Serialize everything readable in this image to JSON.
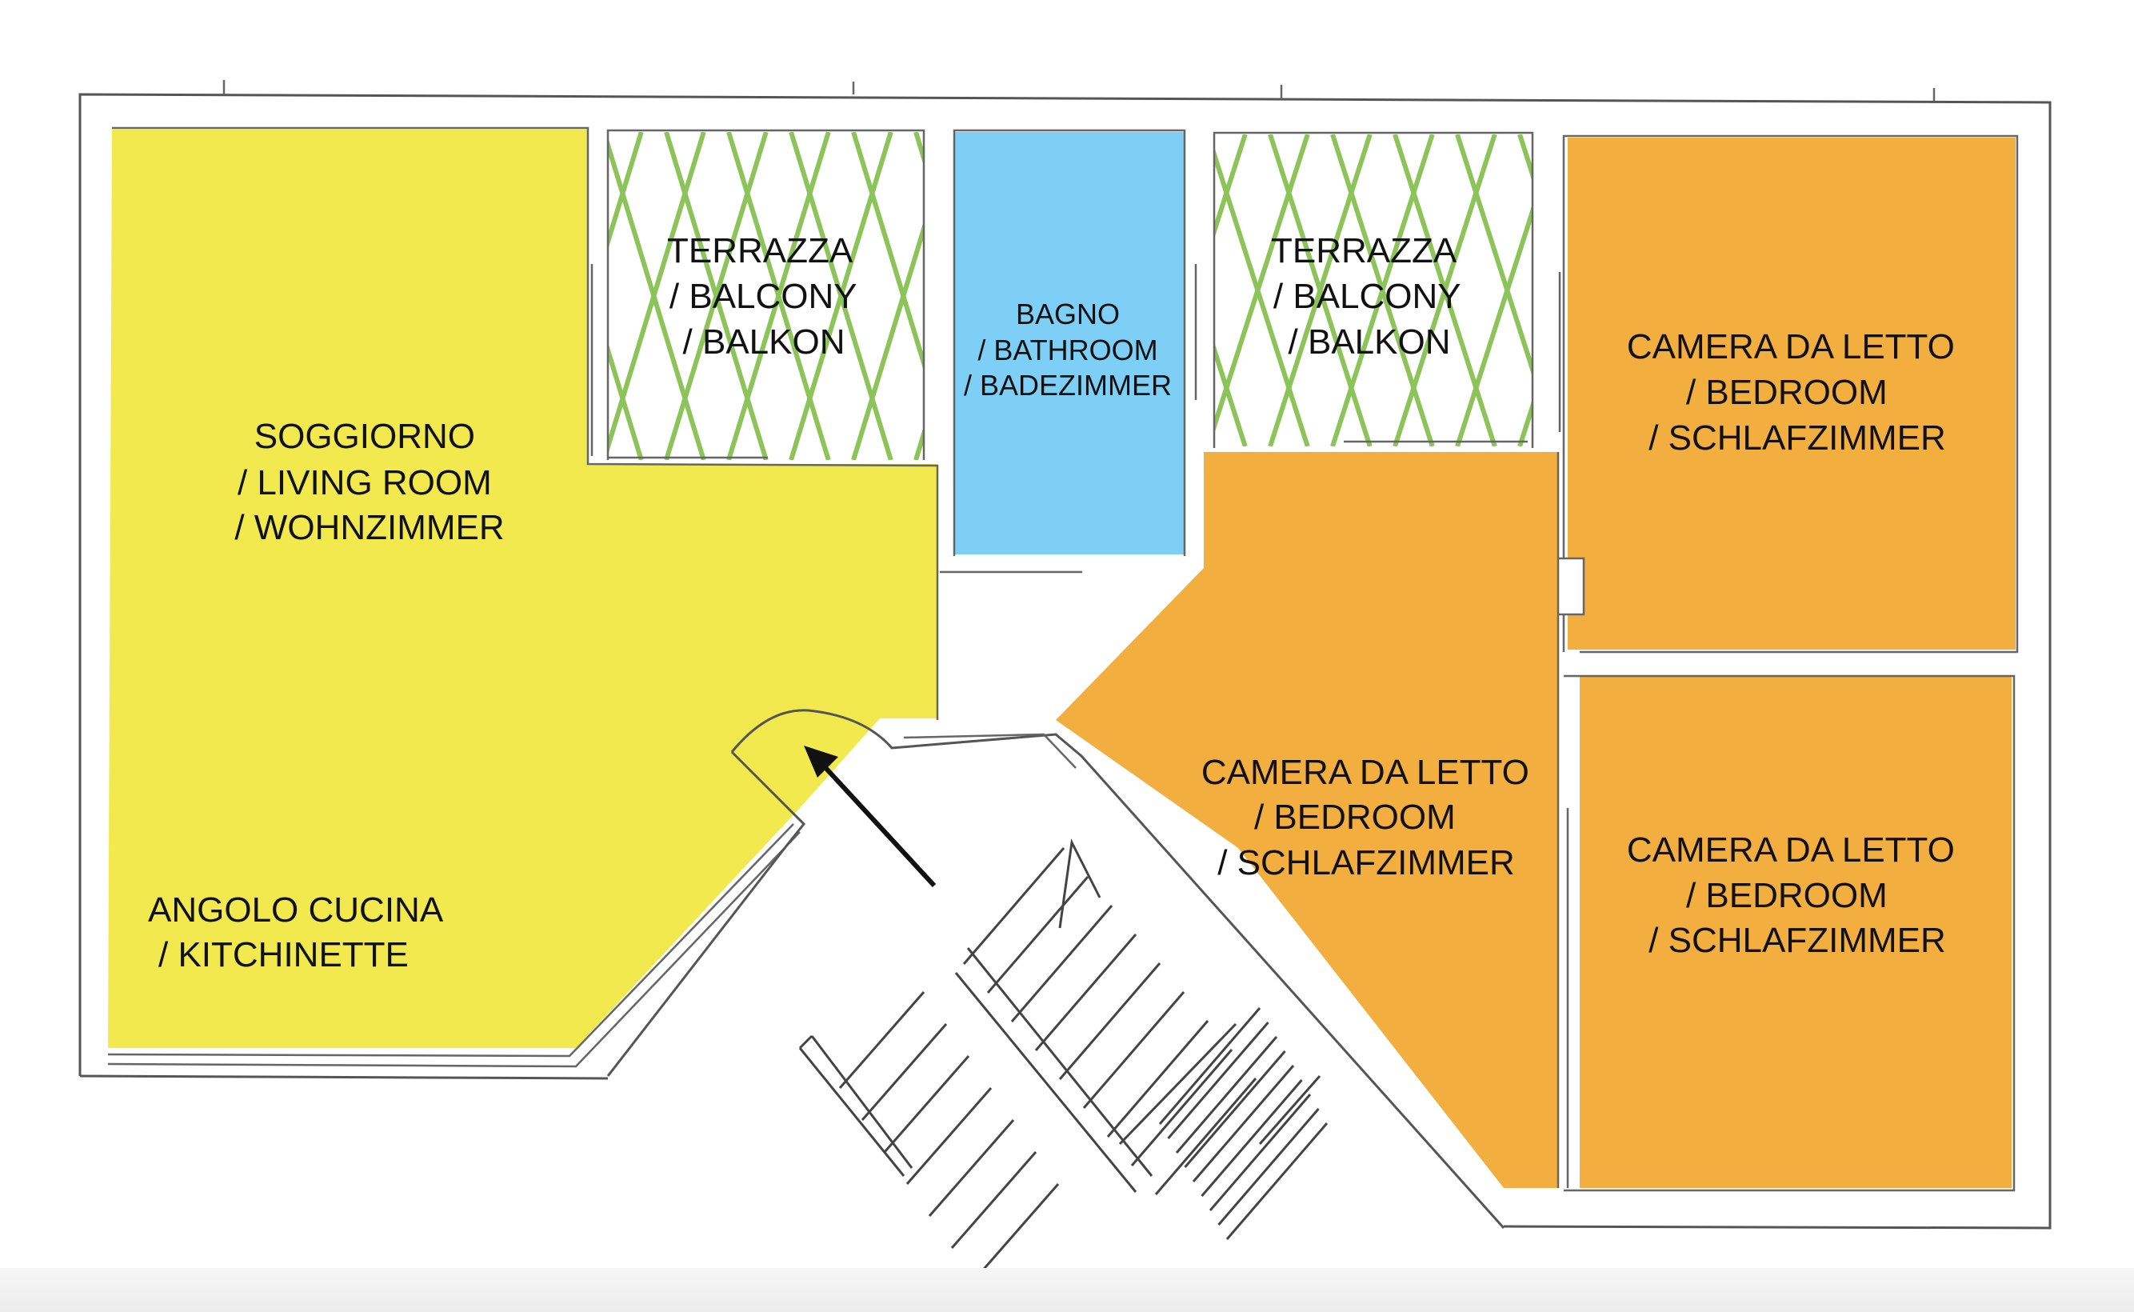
{
  "title": "Floor plan",
  "colors": {
    "living": "#f2e94e",
    "bathroom": "#7dcff5",
    "bedroom": "#f2ae3e",
    "balcony_hatch": "#8cc45a",
    "wall": "#555555"
  },
  "rooms": {
    "living": {
      "lines": [
        "SOGGIORNO",
        "/ LIVING ROOM",
        "/ WOHNZIMMER"
      ]
    },
    "kitchenette": {
      "lines": [
        "ANGOLO CUCINA",
        "/ KITCHINETTE"
      ]
    },
    "balcony_left": {
      "lines": [
        "TERRAZZA",
        "/ BALCONY",
        "/ BALKON"
      ]
    },
    "bathroom": {
      "lines": [
        "BAGNO",
        "/ BATHROOM",
        "/ BADEZIMMER"
      ]
    },
    "balcony_right": {
      "lines": [
        "TERRAZZA",
        "/ BALCONY",
        "/ BALKON"
      ]
    },
    "bedroom_top_right": {
      "lines": [
        "CAMERA DA LETTO",
        "/ BEDROOM",
        "/ SCHLAFZIMMER"
      ]
    },
    "bedroom_center": {
      "lines": [
        "CAMERA DA LETTO",
        "/ BEDROOM",
        "/ SCHLAFZIMMER"
      ]
    },
    "bedroom_bottom_right": {
      "lines": [
        "CAMERA DA LETTO",
        "/ BEDROOM",
        "/ SCHLAFZIMMER"
      ]
    }
  },
  "icons": {
    "entrance_arrow": "arrow-up-left",
    "stair_direction": "arrow-up-left"
  }
}
